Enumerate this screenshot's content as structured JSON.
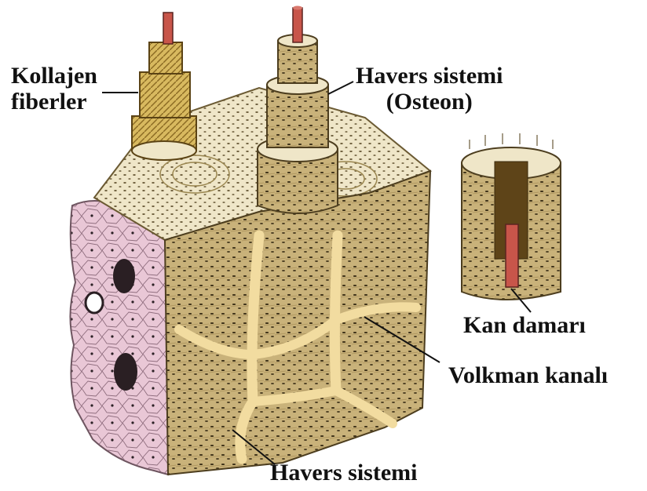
{
  "labels": {
    "kollajen_line1": "Kollajen",
    "kollajen_line2": "fiberler",
    "havers_top_line1": "Havers sistemi",
    "havers_top_line2": "(Osteon)",
    "kan_damari": "Kan damarı",
    "volkman": "Volkman kanalı",
    "havers_bottom": "Havers sistemi"
  },
  "colors": {
    "background": "#ffffff",
    "bone_matrix": "#c9b27a",
    "bone_dark": "#8a7440",
    "bone_top_surface": "#efe6c8",
    "periosteum": "#e9c7d6",
    "canal": "#f2dca0",
    "blood_vessel": "#c8554a",
    "text": "#111111"
  }
}
